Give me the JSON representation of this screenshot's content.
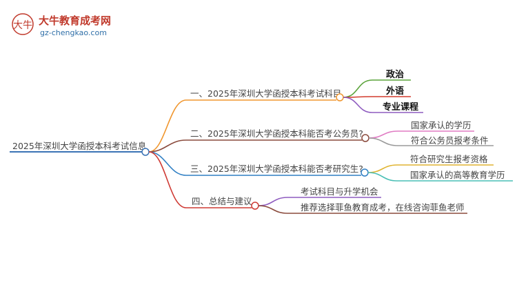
{
  "brand": {
    "logo_text": "大牛",
    "title": "大牛教育成考网",
    "url": "gz-chengkao.com"
  },
  "mindmap": {
    "root": "2025年深圳大学函授本科考试信息",
    "branches": [
      {
        "label": "一、2025年深圳大学函授本科考试科目",
        "color": "#f0962e",
        "children": [
          {
            "label": "政治",
            "color": "#5aa33a"
          },
          {
            "label": "外语",
            "color": "#d23a2c"
          },
          {
            "label": "专业课程",
            "color": "#8e5bbf"
          }
        ]
      },
      {
        "label": "二、2025年深圳大学函授本科能否考公务员?",
        "color": "#8a4a3c",
        "children": [
          {
            "label": "国家承认的学历",
            "color": "#e07bc3"
          },
          {
            "label": "符合公务员报考条件",
            "color": "#9a9a9a"
          }
        ]
      },
      {
        "label": "三、2025年深圳大学函授本科能否考研究生?",
        "color": "#2f7fc4",
        "children": [
          {
            "label": "符合研究生报考资格",
            "color": "#e0b430"
          },
          {
            "label": "国家承认的高等教育学历",
            "color": "#4abfb5"
          }
        ]
      },
      {
        "label": "四、总结与建议",
        "color": "#cf3a34",
        "children": [
          {
            "label": "考试科目与升学机会",
            "color": "#8e5bbf"
          },
          {
            "label": "推荐选择菲鱼教育成考，在线咨询菲鱼老师",
            "color": "#8a4a3c"
          }
        ]
      }
    ]
  }
}
